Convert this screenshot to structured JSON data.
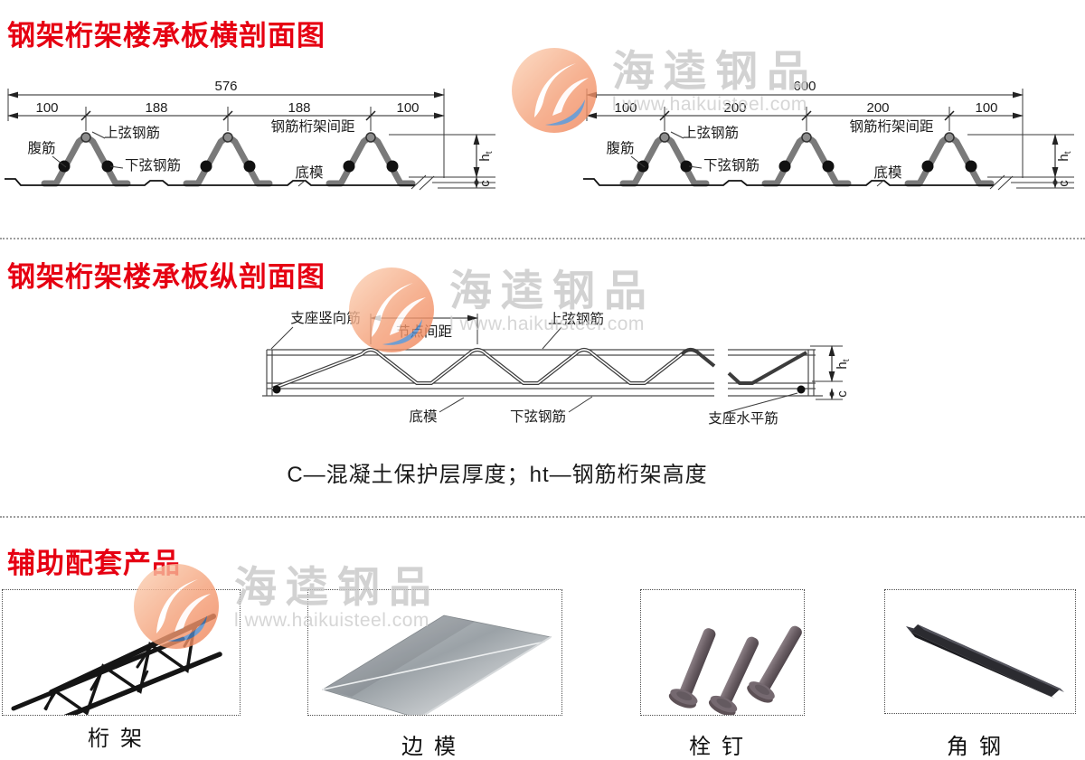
{
  "colors": {
    "title_red": "#e60012",
    "line_dark": "#222222",
    "truss_gray": "#7a7a7a",
    "watermark_gray": "#c7c7c7",
    "logo_orange": "#f5a078",
    "logo_blue": "#4f86c6"
  },
  "watermark": {
    "brand": "海逵钢品",
    "url": "l www.haikuisteel.com"
  },
  "cross_section": {
    "title": "钢架桁架楼承板横剖面图",
    "labels": {
      "web": "腹筋",
      "top_chord": "上弦钢筋",
      "bottom_chord": "下弦钢筋",
      "truss_spacing": "钢筋桁架间距",
      "bottom_form": "底模",
      "h": "h",
      "t": "t",
      "c": "c"
    },
    "left": {
      "total": "576",
      "d1": "100",
      "d2": "188",
      "d3": "188",
      "d4": "100"
    },
    "right": {
      "total": "600",
      "d1": "100",
      "d2": "200",
      "d3": "200",
      "d4": "100"
    }
  },
  "longitudinal": {
    "title": "钢架桁架楼承板纵剖面图",
    "labels": {
      "support_vertical": "支座竖向筋",
      "node_spacing": "节点间距",
      "top_chord": "上弦钢筋",
      "bottom_form": "底模",
      "bottom_chord": "下弦钢筋",
      "support_horizontal": "支座水平筋",
      "h": "h",
      "t": "t",
      "c": "c"
    },
    "caption": "C—混凝土保护层厚度；ht—钢筋桁架高度"
  },
  "products": {
    "title": "辅助配套产品",
    "items": [
      {
        "name": "桁架"
      },
      {
        "name": "边模"
      },
      {
        "name": "栓钉"
      },
      {
        "name": "角钢"
      }
    ]
  }
}
